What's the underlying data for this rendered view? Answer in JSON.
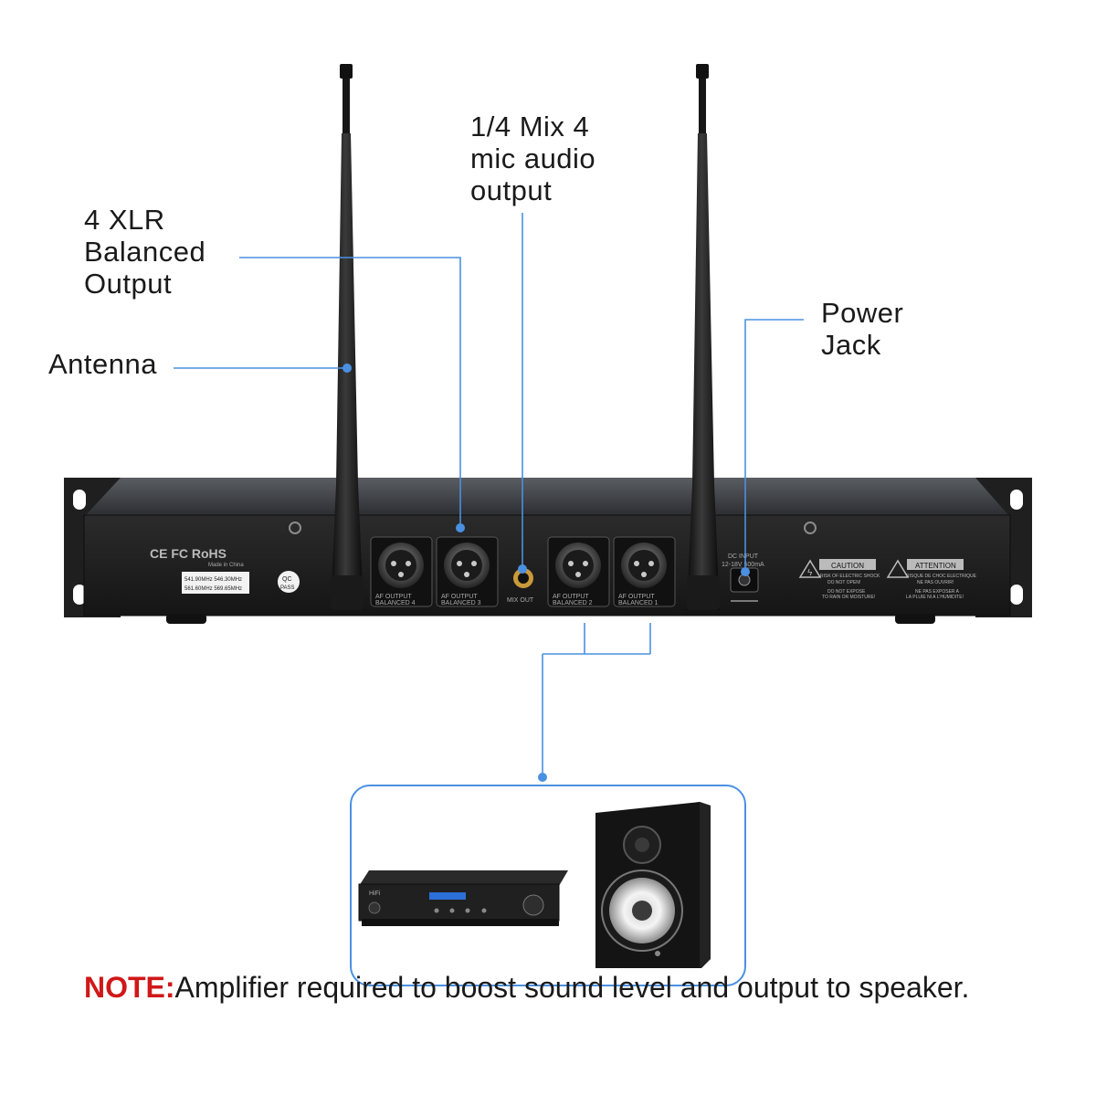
{
  "labels": {
    "xlr_output": [
      "4 XLR",
      "Balanced",
      "Output"
    ],
    "antenna": "Antenna",
    "mix_output": [
      "1/4 Mix 4",
      "mic audio",
      "output"
    ],
    "power_jack": [
      "Power",
      "Jack"
    ]
  },
  "panel": {
    "outputs": [
      {
        "line1": "AF OUTPUT",
        "line2": "BALANCED 4"
      },
      {
        "line1": "AF OUTPUT",
        "line2": "BALANCED 3"
      },
      {
        "line1": "AF OUTPUT",
        "line2": "BALANCED 2"
      },
      {
        "line1": "AF OUTPUT",
        "line2": "BALANCED 1"
      }
    ],
    "mix_out": "MIX OUT",
    "certification": "CE FC RoHS",
    "made_in": "Made in China",
    "freq_lines": [
      "541.90MHz  546.30MHz",
      "561.60MHz  569.65MHz"
    ],
    "qc_badge": [
      "QC",
      "PASS"
    ],
    "dc_input": [
      "DC INPUT",
      "12-18V  500mA"
    ],
    "caution_title": "CAUTION",
    "caution_lines": [
      "RISK OF ELECTRIC SHOCK",
      "DO NOT OPEN!"
    ],
    "caution_footer": [
      "DO NOT EXPOSE",
      "TO RAIN OR MOISTURE!"
    ],
    "attention_title": "ATTENTION",
    "attention_lines": [
      "RISQUE DE CHOC ELECTRIQUE",
      "NE PAS OUVRIR!"
    ],
    "attention_footer": [
      "NE PAS EXPOSER A",
      "LA PLUIE NI A L'HUMIDITE!"
    ]
  },
  "amplifier_brand": "HiFi",
  "note": {
    "key": "NOTE:",
    "text": "Amplifier required to boost sound level and output to speaker."
  },
  "colors": {
    "callout_line": "#4a90e2",
    "note_key": "#d01818",
    "device_body": "#1c1c1c"
  }
}
